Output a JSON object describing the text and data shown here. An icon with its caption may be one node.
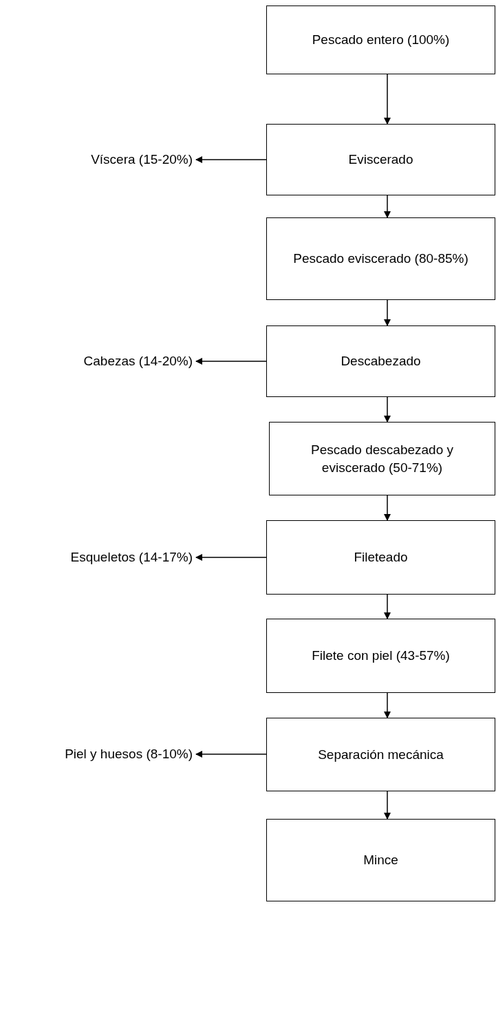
{
  "diagram": {
    "nodes": [
      {
        "text": [
          "Pescado entero (100%)"
        ]
      },
      {
        "text": [
          "Eviscerado"
        ]
      },
      {
        "text": [
          "Pescado eviscerado (80-85%)"
        ]
      },
      {
        "text": [
          "Descabezado"
        ]
      },
      {
        "text": [
          "Pescado descabezado y eviscerado (50-71%)"
        ]
      },
      {
        "text": [
          "Fileteado"
        ]
      },
      {
        "text": [
          "Filete con piel (43-57%)"
        ]
      },
      {
        "text": [
          "Separación mecánica"
        ]
      },
      {
        "text": [
          "Mince"
        ]
      },
      {
        "text": [
          "Víscera (15-20%)"
        ]
      },
      {
        "text": [
          "Cabezas (14-20%)"
        ]
      },
      {
        "text": [
          "Esqueletos (14-17%)"
        ]
      },
      {
        "text": [
          "Piel y huesos (8-10%)"
        ]
      }
    ],
    "edges": [
      {
        "from": 0,
        "to": 1,
        "arrow": "to"
      },
      {
        "from": 1,
        "to": 2,
        "arrow": "to"
      },
      {
        "from": 2,
        "to": 3,
        "arrow": "to"
      },
      {
        "from": 3,
        "to": 4,
        "arrow": "to"
      },
      {
        "from": 4,
        "to": 5,
        "arrow": "to"
      },
      {
        "from": 5,
        "to": 6,
        "arrow": "to"
      },
      {
        "from": 6,
        "to": 7,
        "arrow": "to"
      },
      {
        "from": 7,
        "to": 8,
        "arrow": "to"
      },
      {
        "from": 1,
        "to": 9,
        "arrow": "to"
      },
      {
        "from": 3,
        "to": 10,
        "arrow": "to"
      },
      {
        "from": 5,
        "to": 11,
        "arrow": "to"
      },
      {
        "from": 7,
        "to": 12,
        "arrow": "to"
      }
    ]
  }
}
